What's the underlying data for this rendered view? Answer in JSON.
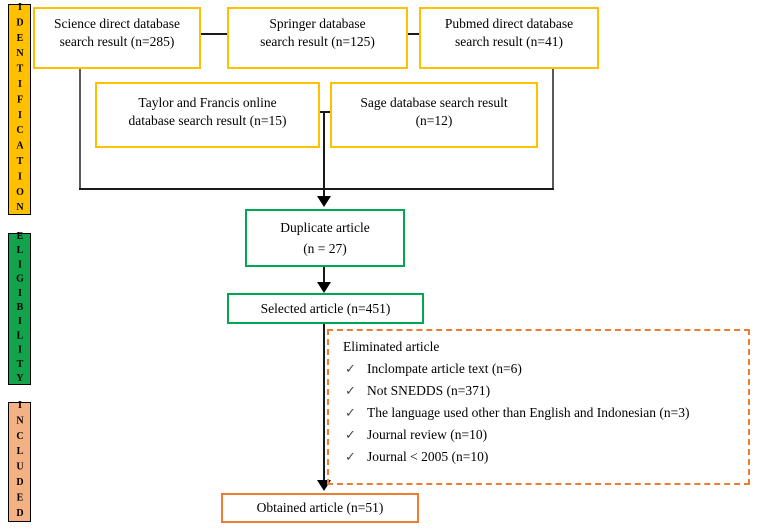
{
  "colors": {
    "gold": "#FFC000",
    "green_border": "#00A651",
    "green_fill": "#12A34C",
    "orange": "#ED7D31",
    "peach_fill": "#F4B183"
  },
  "stages": {
    "identification": {
      "label": "IDENTIFICATION"
    },
    "eligibility": {
      "label": "ELIGIBILITY"
    },
    "included": {
      "label": "INCLUDED"
    }
  },
  "sources": {
    "science_direct": {
      "line1": "Science direct database",
      "line2": "search result (n=285)"
    },
    "springer": {
      "line1": "Springer database",
      "line2": "search result (n=125)"
    },
    "pubmed": {
      "line1": "Pubmed direct database",
      "line2": "search result (n=41)"
    },
    "taylor_francis": {
      "line1": "Taylor and Francis online",
      "line2": "database search result (n=15)"
    },
    "sage": {
      "line1": "Sage database search result",
      "line2": "(n=12)"
    }
  },
  "duplicate": {
    "line1": "Duplicate article",
    "line2": "(n = 27)"
  },
  "selected": {
    "label": "Selected article (n=451)"
  },
  "eliminated": {
    "title": "Eliminated article",
    "check_icon": "✓",
    "items": [
      "Inclompate article text (n=6)",
      "Not SNEDDS (n=371)",
      "The language used other than English and Indonesian (n=3)",
      "Journal review (n=10)",
      "Journal < 2005 (n=10)"
    ]
  },
  "obtained": {
    "label": "Obtained article (n=51)"
  }
}
